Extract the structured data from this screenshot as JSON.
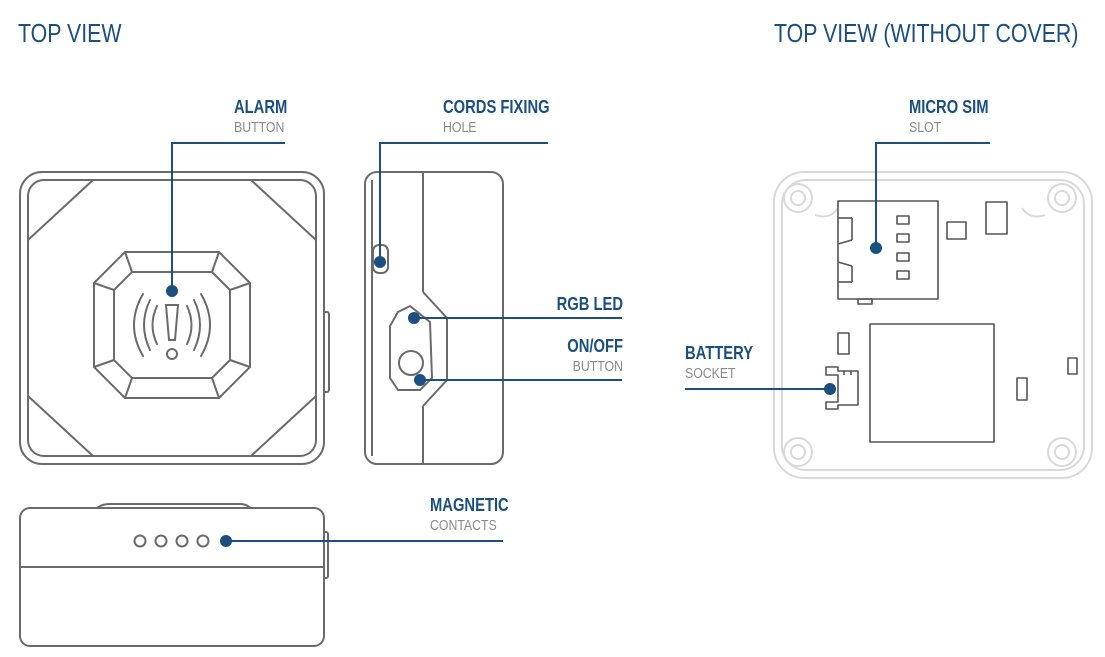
{
  "colors": {
    "accent": "#1b4f80",
    "sub_label": "#8a8a8a",
    "outline": "#6b6b6b",
    "faded_outline": "#d8d8d8"
  },
  "headings": {
    "top_view": "TOP VIEW",
    "top_view_without_cover": "TOP VIEW (WITHOUT COVER)"
  },
  "labels": {
    "alarm": {
      "main": "ALARM",
      "sub": "BUTTON"
    },
    "cords_fixing": {
      "main": "CORDS FIXING",
      "sub": "HOLE"
    },
    "rgb_led": {
      "main": "RGB LED"
    },
    "on_off": {
      "main": "ON/OFF",
      "sub": "BUTTON"
    },
    "magnetic": {
      "main": "MAGNETIC",
      "sub": "CONTACTS"
    },
    "micro_sim": {
      "main": "MICRO SIM",
      "sub": "SLOT"
    },
    "battery": {
      "main": "BATTERY",
      "sub": "SOCKET"
    }
  }
}
